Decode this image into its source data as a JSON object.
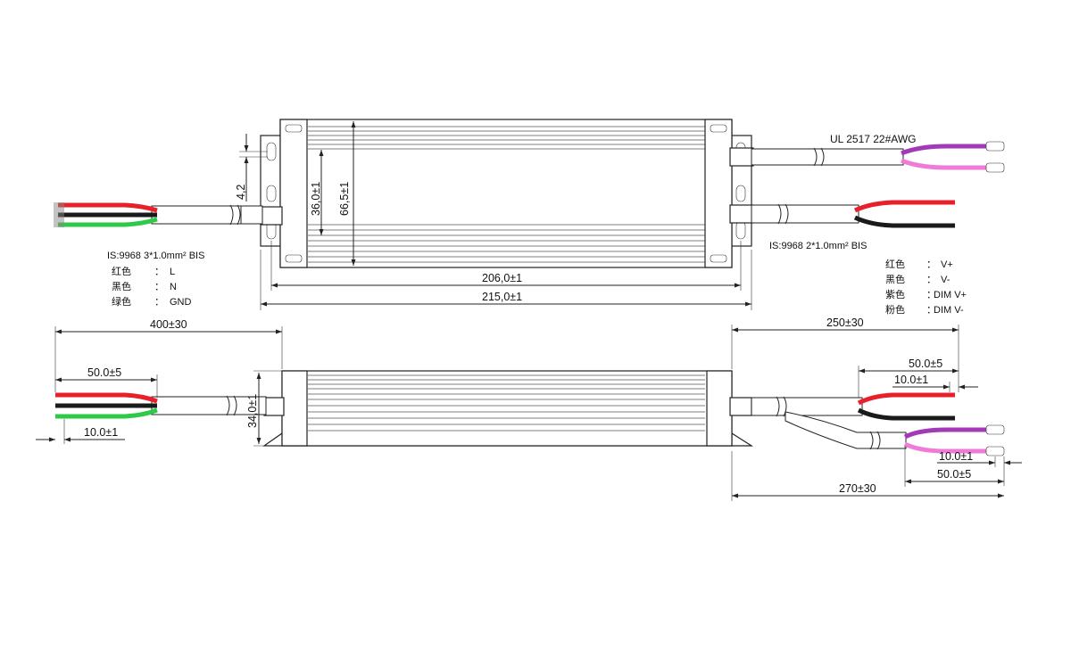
{
  "colors": {
    "red": "#e8202a",
    "black": "#1a1a1a",
    "green": "#2fc94a",
    "purple": "#a23ab8",
    "pink": "#f07ad8",
    "line": "#222222"
  },
  "input_cable": {
    "spec": "IS:9968 3*1.0mm² BIS",
    "wires": [
      {
        "color_label": "红色",
        "sep": "：",
        "signal": "L"
      },
      {
        "color_label": "黑色",
        "sep": "：",
        "signal": "N"
      },
      {
        "color_label": "绿色",
        "sep": "：",
        "signal": "GND"
      }
    ]
  },
  "output_cable": {
    "spec": "IS:9968 2*1.0mm² BIS",
    "wires": [
      {
        "color_label": "红色",
        "sep": "：",
        "signal": "V+"
      },
      {
        "color_label": "黑色",
        "sep": "：",
        "signal": "V-"
      }
    ]
  },
  "dim_cable": {
    "spec": "UL 2517  22#AWG",
    "wires": [
      {
        "color_label": "紫色",
        "sep": "：",
        "signal": "DIM V+"
      },
      {
        "color_label": "粉色",
        "sep": "：",
        "signal": "DIM V-"
      }
    ]
  },
  "dimensions": {
    "mount_hole": "4,2",
    "inner_width": "36,0±1",
    "outer_width": "66,5±1",
    "hole_pitch": "206,0±1",
    "overall_length": "215,0±1",
    "height": "34,0±1",
    "input_cable_length": "400±30",
    "input_strip": "50.0±5",
    "input_tin": "10.0±1",
    "output_cable_length": "250±30",
    "output_strip": "50.0±5",
    "output_tin": "10.0±1",
    "dim_cable_length": "270±30",
    "dim_tin": "10.0±1",
    "dim_strip": "50.0±5"
  }
}
